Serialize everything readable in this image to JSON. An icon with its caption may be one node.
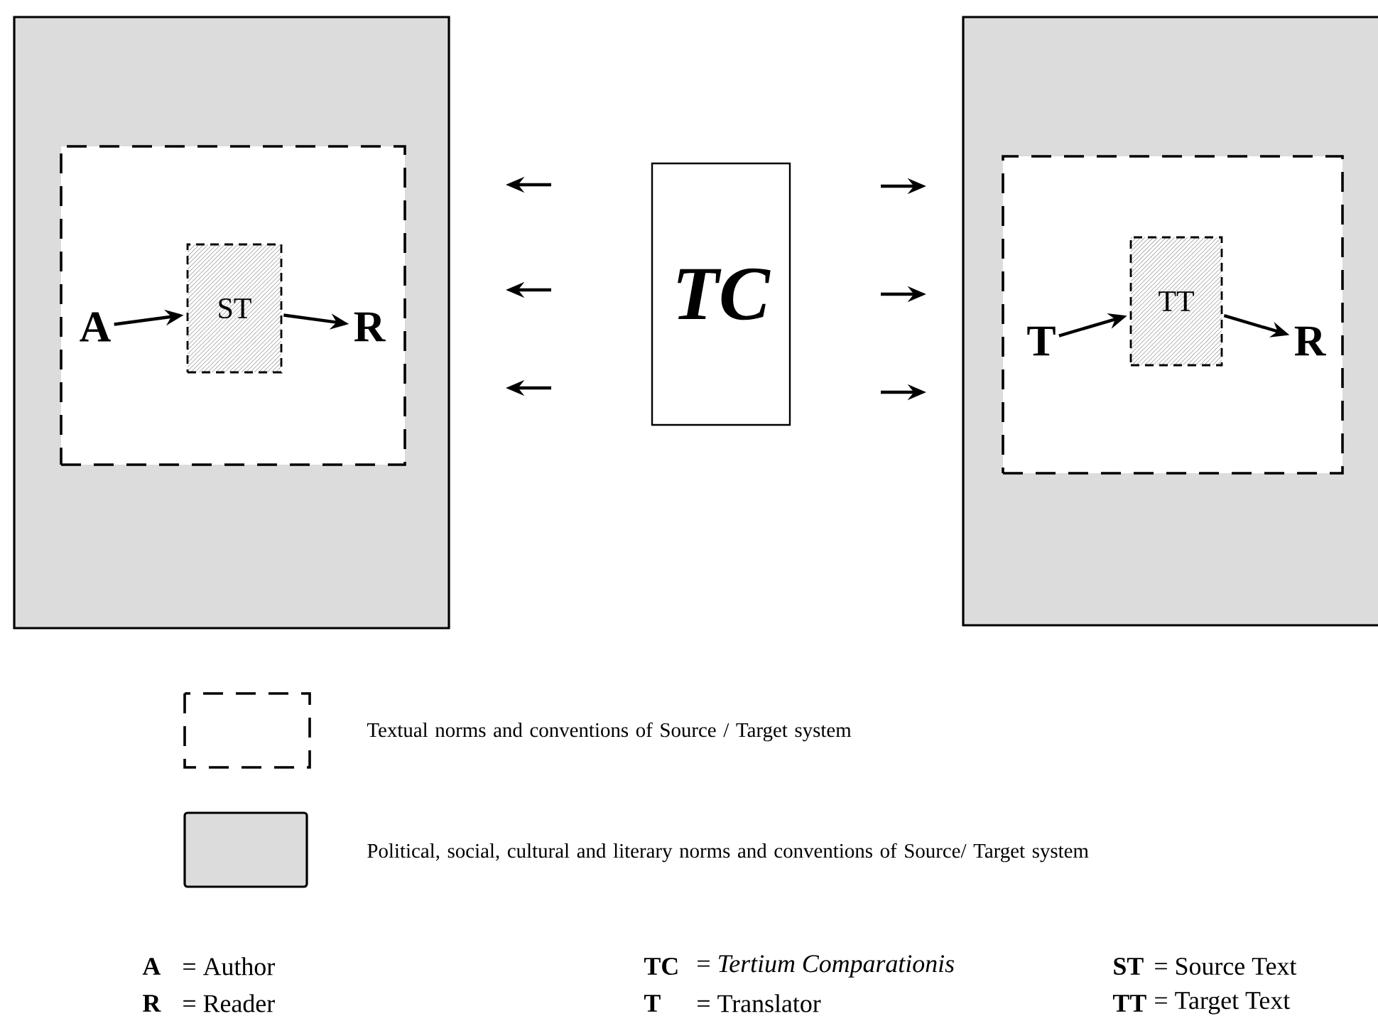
{
  "diagram": {
    "nodes": [
      {
        "text": [],
        "shape": "box"
      },
      {
        "text": [],
        "shape": "box",
        "in": 0
      },
      {
        "text": [
          "A"
        ],
        "in": 1
      },
      {
        "text": [
          "ST"
        ],
        "in": 1
      },
      {
        "text": [
          "R"
        ],
        "in": 1
      },
      {
        "text": [
          "TC"
        ]
      },
      {
        "text": [],
        "shape": "box"
      },
      {
        "text": [],
        "shape": "box",
        "in": 6
      },
      {
        "text": [
          "T"
        ],
        "in": 7
      },
      {
        "text": [
          "TT"
        ],
        "in": 7
      },
      {
        "text": [
          "R"
        ],
        "in": 7
      }
    ],
    "edges": [
      {
        "from": 2,
        "to": 3,
        "arrow": "to"
      },
      {
        "from": 3,
        "to": 4,
        "arrow": "to"
      },
      {
        "from": 8,
        "to": 9,
        "arrow": "to"
      },
      {
        "from": 9,
        "to": 10,
        "arrow": "to"
      }
    ],
    "labels": [
      "A",
      "= Author",
      "TC",
      "= *Tertium Comparationis*",
      "ST",
      "= Source Text",
      "R",
      "= Reader",
      "T",
      "= Translator",
      "TT",
      "= Target Text"
    ],
    "legend": [
      {
        "text": "Textual norms and conventions of  Source / Target system"
      },
      {
        "text": "Political, social, cultural and literary norms and conventions of Source/ Target system",
        "color": "#dcdcdc"
      }
    ]
  }
}
